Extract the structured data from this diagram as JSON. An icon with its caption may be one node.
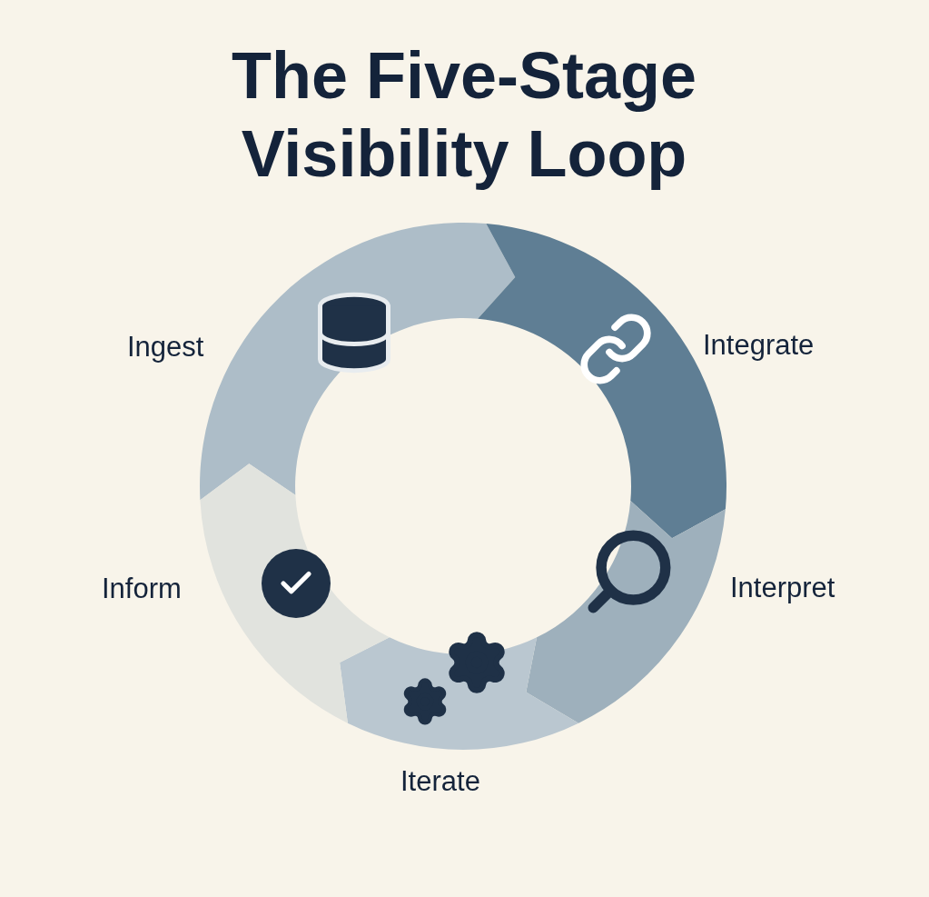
{
  "diagram": {
    "title": "The Five-Stage Visibility Loop",
    "nodes": [
      {
        "text": [
          "Ingest"
        ]
      },
      {
        "text": [
          "Integrate"
        ]
      },
      {
        "text": [
          "Interpret"
        ]
      },
      {
        "text": [
          "Iterate"
        ]
      },
      {
        "text": [
          "Inform"
        ]
      }
    ]
  }
}
